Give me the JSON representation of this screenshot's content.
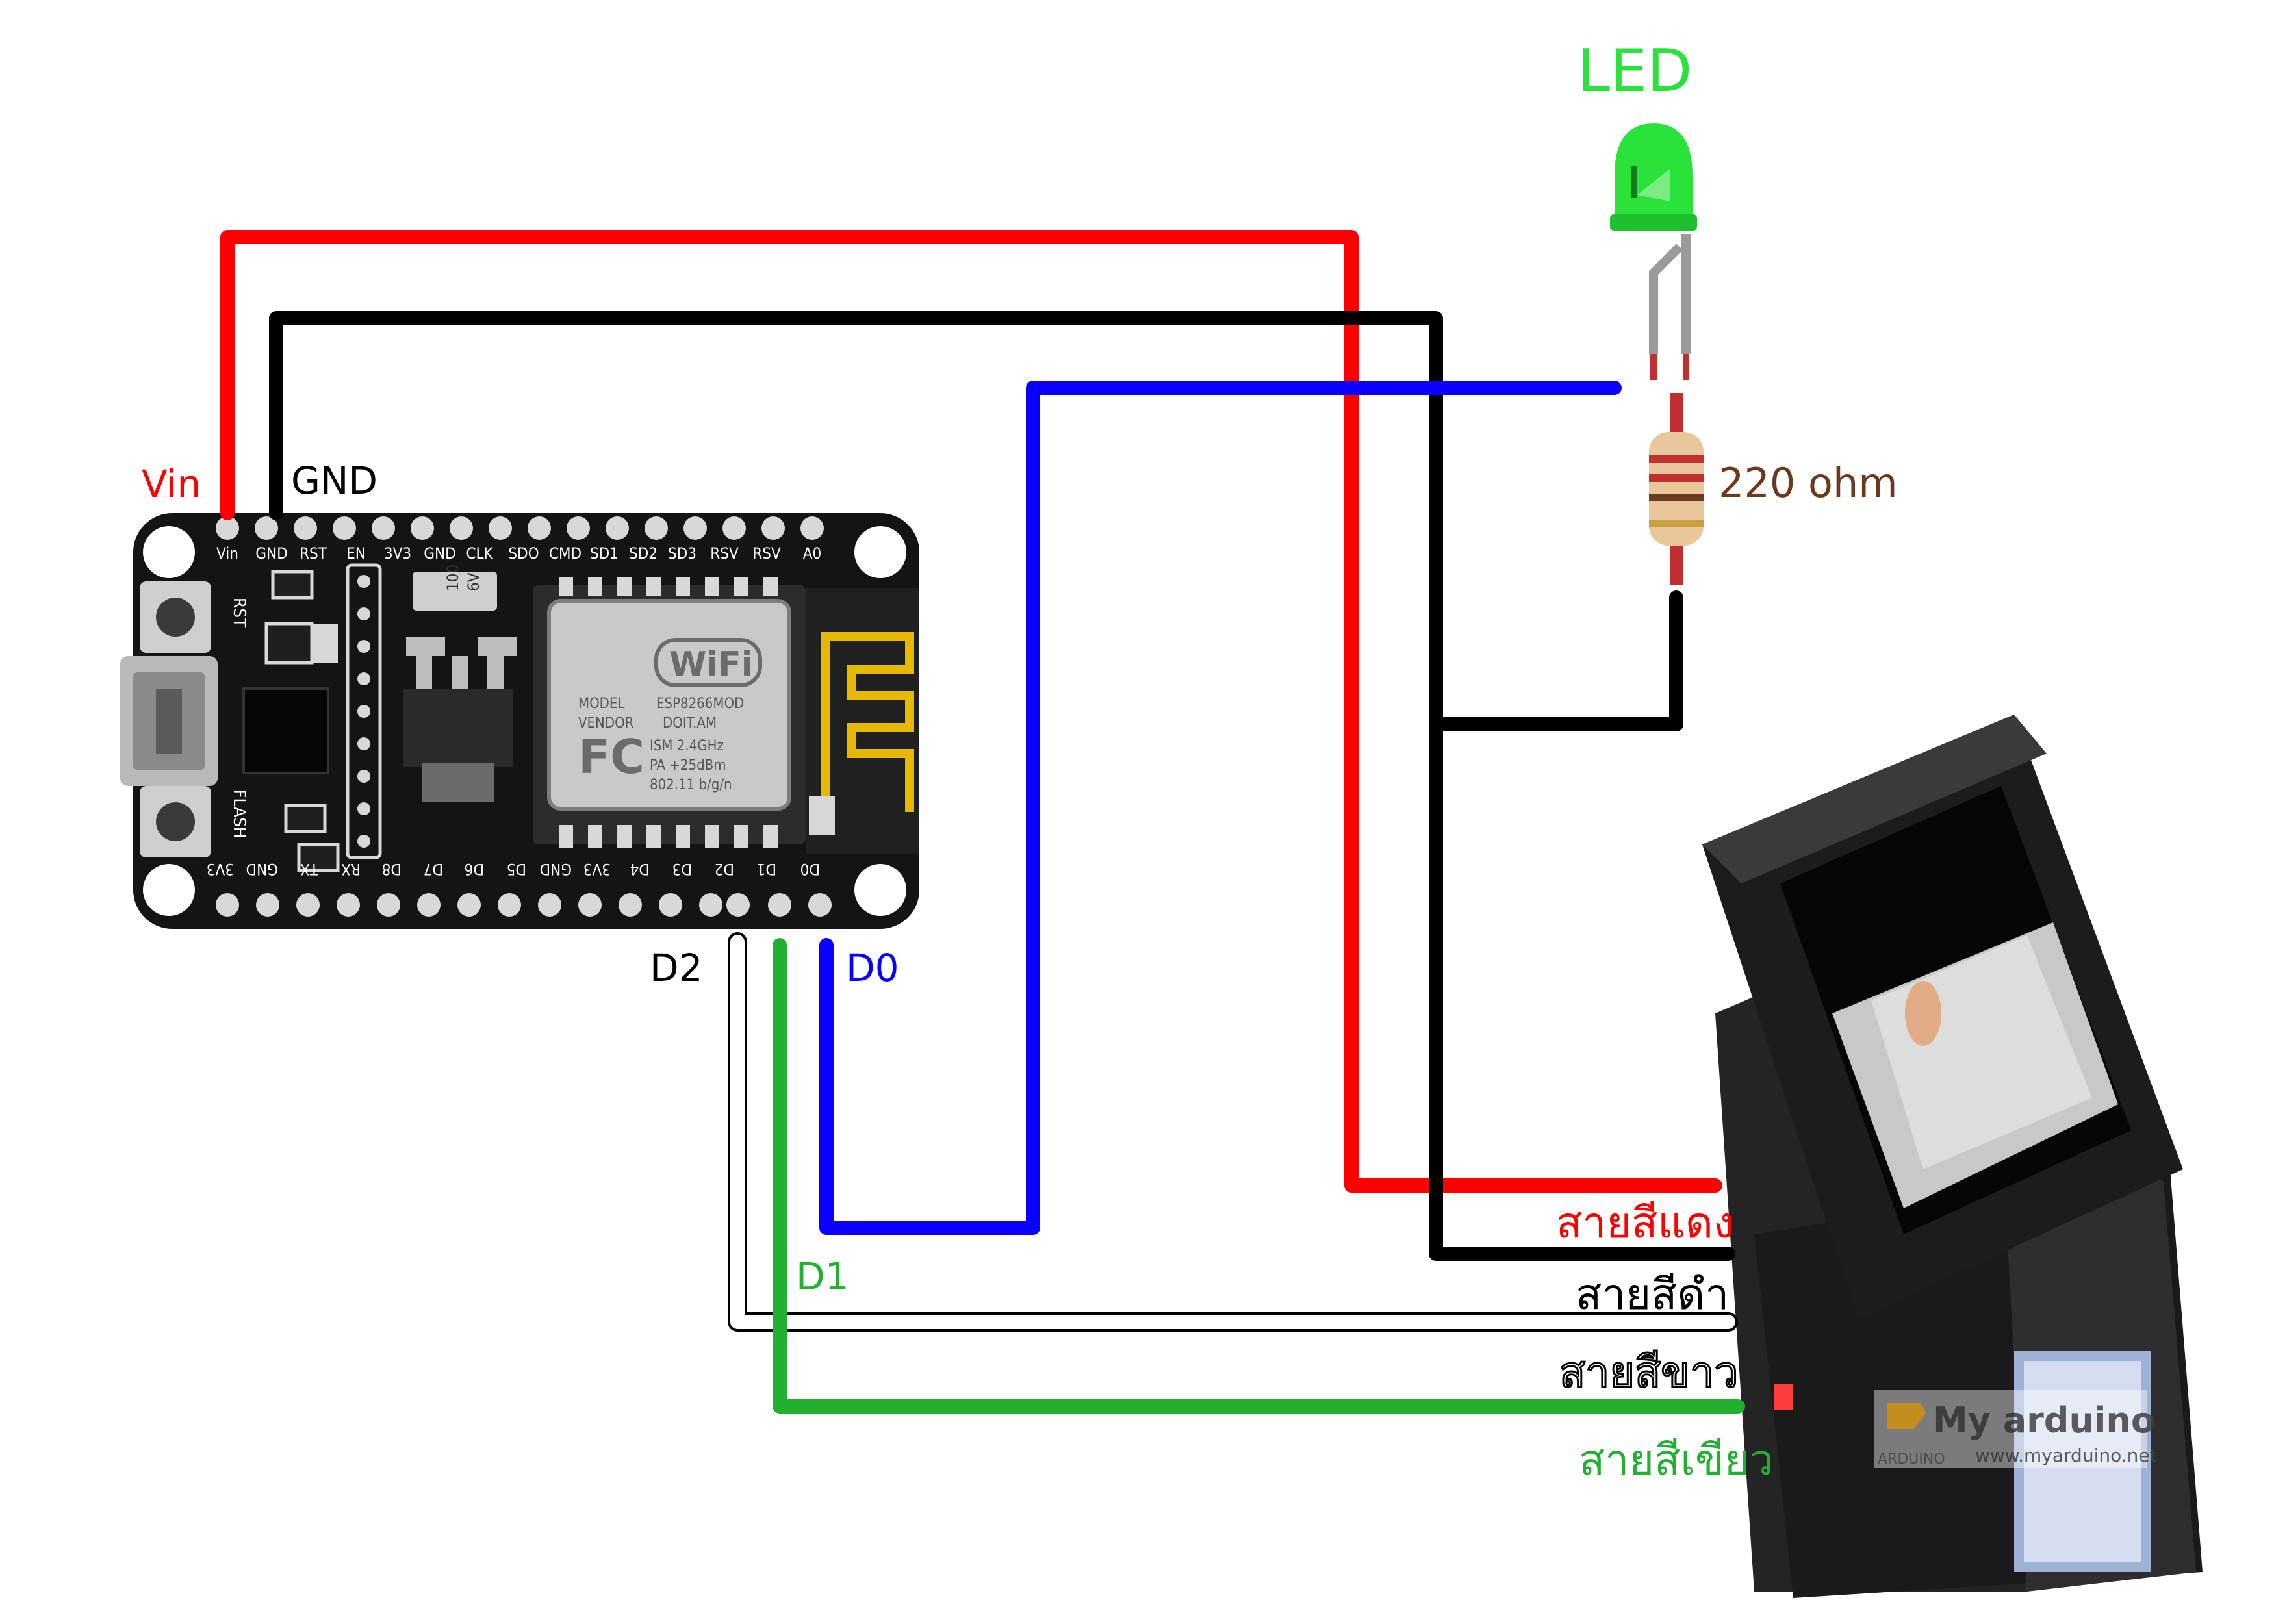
{
  "colors": {
    "red_wire": "#ff0000",
    "black_wire": "#000000",
    "blue_wire": "#0a00ff",
    "green_wire": "#22b030",
    "white_wire": "#ffffff",
    "led_green": "#29e23a",
    "resistor_label": "#6b3a1e",
    "board": "#141414"
  },
  "labels": {
    "vin": "Vin",
    "gnd": "GND",
    "d2": "D2",
    "d0": "D0",
    "d1": "D1",
    "led": "LED",
    "resistor": "220 ohm"
  },
  "wire_colors_thai": {
    "red": "สายสีแดง",
    "black": "สายสีดำ",
    "white": "สายสีขาว",
    "green": "สายสีเขียว"
  },
  "board": {
    "top_pins": [
      "Vin",
      "GND",
      "RST",
      "EN",
      "3V3",
      "GND",
      "CLK",
      "SDO",
      "CMD",
      "SD1",
      "SD2",
      "SD3",
      "RSV",
      "RSV",
      "A0"
    ],
    "bottom_pins": [
      "3V3",
      "GND",
      "TX",
      "RX",
      "D8",
      "D7",
      "D6",
      "D5",
      "GND",
      "3V3",
      "D4",
      "D3",
      "D2",
      "D1",
      "D0"
    ],
    "rst_label": "RST",
    "flash_label": "FLASH",
    "module_lines": [
      "MODEL",
      "ESP8266MOD",
      "VENDOR",
      "DOIT.AM",
      "ISM 2.4GHz",
      "PA +25dBm",
      "802.11 b/g/n"
    ],
    "wifi_text": "WiFi",
    "fc_text": "FC",
    "cap_text": "100",
    "cap_v": "6V"
  },
  "watermark": {
    "title": "My arduino",
    "url": "www.myarduino.net",
    "small": "ARDUINO"
  }
}
